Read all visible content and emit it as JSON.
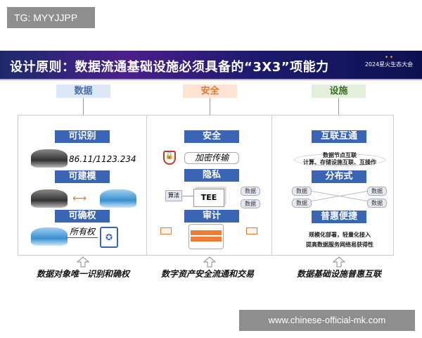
{
  "badge": "TG: MYYJJPP",
  "banner": {
    "title": "设计原则：数据流通基础设施必须具备的“3X3”项能力",
    "logo": "2024星火生态大会"
  },
  "columns": [
    {
      "header": "数据",
      "header_color": "#dce8f5",
      "header_text_color": "#4a6fa8",
      "items": [
        "可识别",
        "可建模",
        "可确权"
      ],
      "id_value": "86.11/1123.234",
      "ownership": "所有权",
      "caption": "数据对象唯一识别和确权"
    },
    {
      "header": "安全",
      "header_color": "#fde3d3",
      "header_text_color": "#e07a30",
      "items": [
        "安全",
        "隐私",
        "审计"
      ],
      "encrypt": "加密传输",
      "algorithm": "算法",
      "tee": "TEE",
      "data_a": "数据",
      "data_b": "数据",
      "caption": "数字资产安全流通和交易"
    },
    {
      "header": "设施",
      "header_color": "#e2efda",
      "header_text_color": "#3f6d2e",
      "items": [
        "互联互通",
        "分布式",
        "普惠便捷"
      ],
      "interconnect_1": "数据节点互联",
      "interconnect_2": "计算、存储设施互联、互操作",
      "data_nodes": [
        "数据",
        "数据",
        "数据",
        "数据"
      ],
      "benefit_1": "规模化部署，轻量化接入",
      "benefit_2": "提高数据服务网络易获得性",
      "caption": "数据基础设施普惠互联"
    }
  ],
  "watermark": "www.chinese-official-mk.com",
  "accent": "#3a64b4"
}
